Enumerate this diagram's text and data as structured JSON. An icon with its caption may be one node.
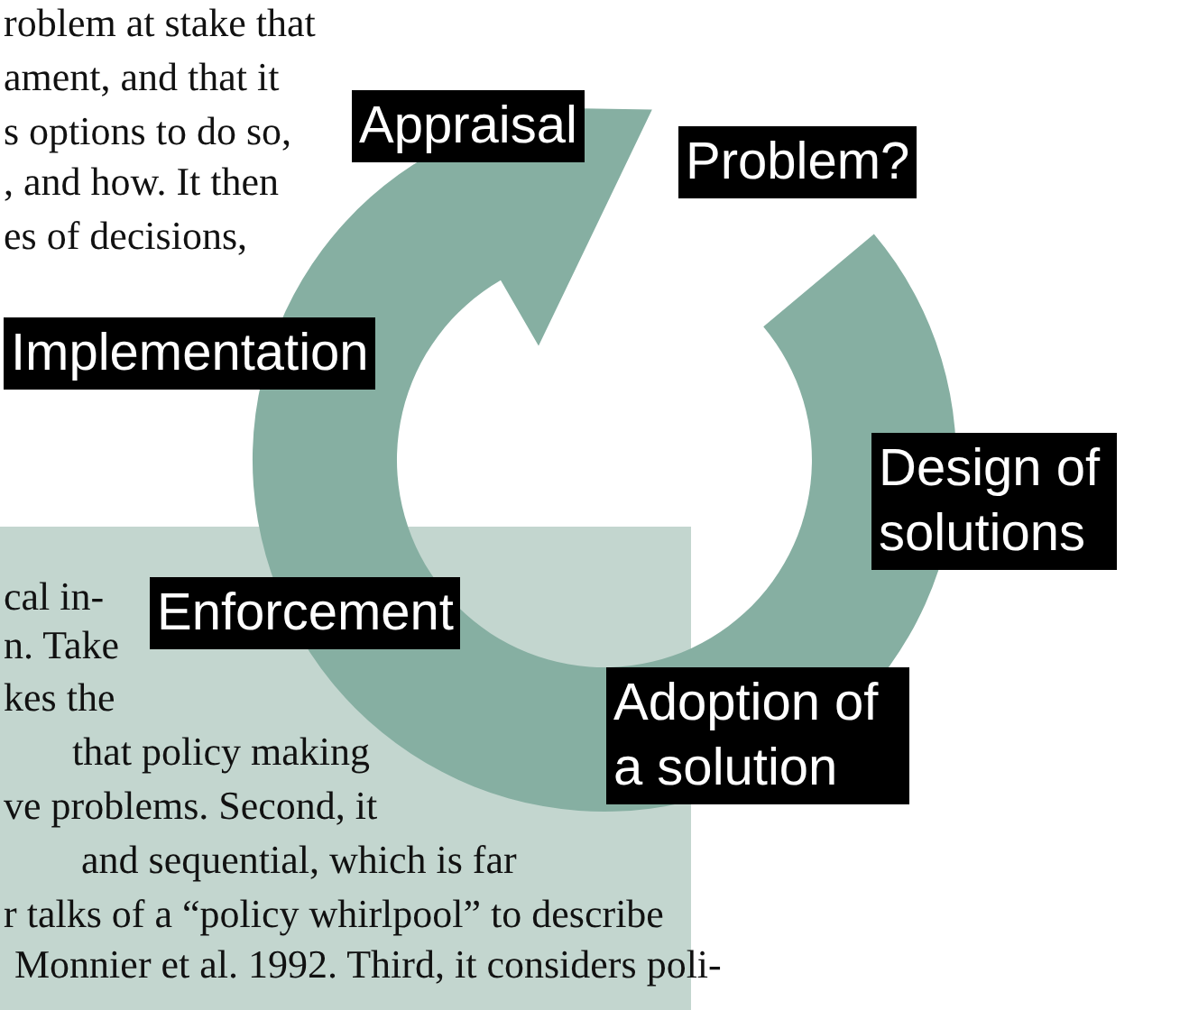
{
  "diagram": {
    "nodes": [
      {
        "text": [
          "Appraisal"
        ]
      },
      {
        "text": [
          "Problem?"
        ]
      },
      {
        "text": [
          "Implementation"
        ]
      },
      {
        "text": [
          "Design of solutions"
        ]
      },
      {
        "text": [
          "Enforcement"
        ]
      },
      {
        "text": [
          "Adoption of a solution"
        ]
      }
    ],
    "labels": [
      "roblem at stake that",
      "ament, and that it",
      "s options to do so,",
      ", and how. It then",
      "es of decisions,",
      "cal in-",
      "n. Take",
      "kes the",
      "that policy making",
      "ve problems. Second, it",
      "and sequential, which is far",
      "r talks of a “policy whirlpool” to describe",
      "Monnier et al. 1992. Third, it considers poli-"
    ]
  }
}
